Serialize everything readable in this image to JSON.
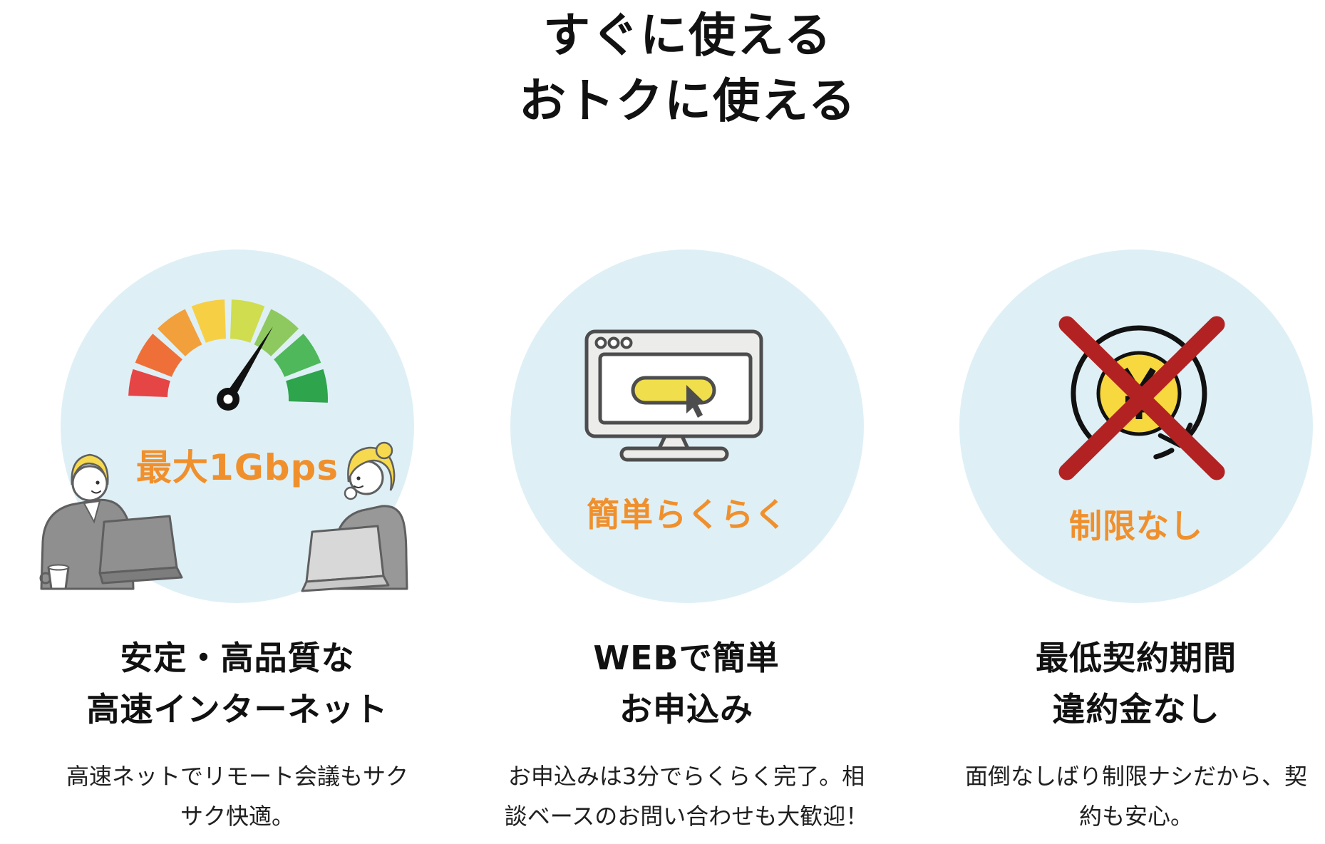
{
  "title": {
    "line1": "すぐに使える",
    "line2": "おトクに使える"
  },
  "columns": [
    {
      "badge": "最大1Gbps",
      "icon": "speedometer-with-workers",
      "heading_lines": [
        "安定・高品質な",
        "高速インターネット"
      ],
      "desc_lines": [
        "高速ネットでリモート会議もサク",
        "サク快適。"
      ]
    },
    {
      "badge": "簡単らくらく",
      "icon": "monitor-click-button",
      "heading_lines": [
        "WEBで簡単",
        "お申込み"
      ],
      "desc_lines": [
        "お申込みは3分でらくらく完了。相",
        "談ベースのお問い合わせも大歓迎！"
      ]
    },
    {
      "badge": "制限なし",
      "icon": "yen-coin-crossed-out",
      "heading_lines": [
        "最低契約期間",
        "違約金なし"
      ],
      "desc_lines": [
        "面倒なしばり制限ナシだから、契",
        "約も安心。"
      ]
    }
  ],
  "colors": {
    "accent_orange": "#f0902d",
    "circle_bg": "#def0f6",
    "heading_text": "#111111",
    "body_text": "#1f1f1f",
    "speedometer_segments": [
      "#e64545",
      "#ee7038",
      "#f2a03c",
      "#f7cf45",
      "#cfdd4e",
      "#8ec95f",
      "#4eb85b",
      "#2ea44d"
    ],
    "needle_black": "#111111",
    "prohibition_red": "#b32222",
    "coin_yellow": "#f7d83e",
    "monitor_body": "#ececea",
    "monitor_line": "#4d4d4d",
    "button_yellow": "#f0de4c",
    "hair_yellow": "#f6d94e",
    "suit_gray": "#8f8f8f",
    "laptop_gray": "#909090",
    "outline_gray": "#5f5f5f"
  }
}
